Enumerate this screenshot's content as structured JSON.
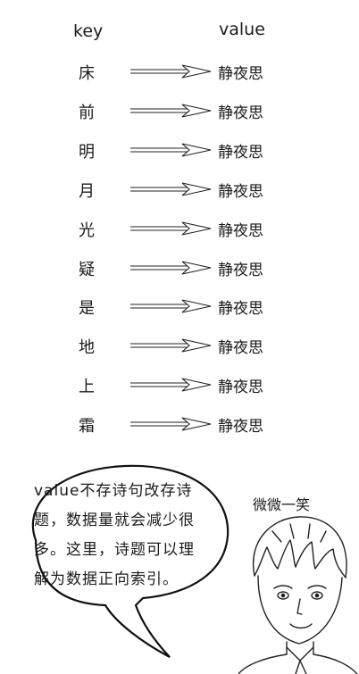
{
  "header": {
    "key_label": "key",
    "value_label": "value"
  },
  "mappings": [
    {
      "key": "床",
      "value": "静夜思"
    },
    {
      "key": "前",
      "value": "静夜思"
    },
    {
      "key": "明",
      "value": "静夜思"
    },
    {
      "key": "月",
      "value": "静夜思"
    },
    {
      "key": "光",
      "value": "静夜思"
    },
    {
      "key": "疑",
      "value": "静夜思"
    },
    {
      "key": "是",
      "value": "静夜思"
    },
    {
      "key": "地",
      "value": "静夜思"
    },
    {
      "key": "上",
      "value": "静夜思"
    },
    {
      "key": "霜",
      "value": "静夜思"
    }
  ],
  "bubble": {
    "lines": [
      "value不存诗句改存诗",
      "题，数据量就会减少很",
      "多。这里，诗题可以理",
      "解为数据正向索引。"
    ]
  },
  "caption": "微微一笑",
  "icons": {
    "arrow": "right-arrow-icon",
    "portrait": "boy-portrait-icon"
  }
}
